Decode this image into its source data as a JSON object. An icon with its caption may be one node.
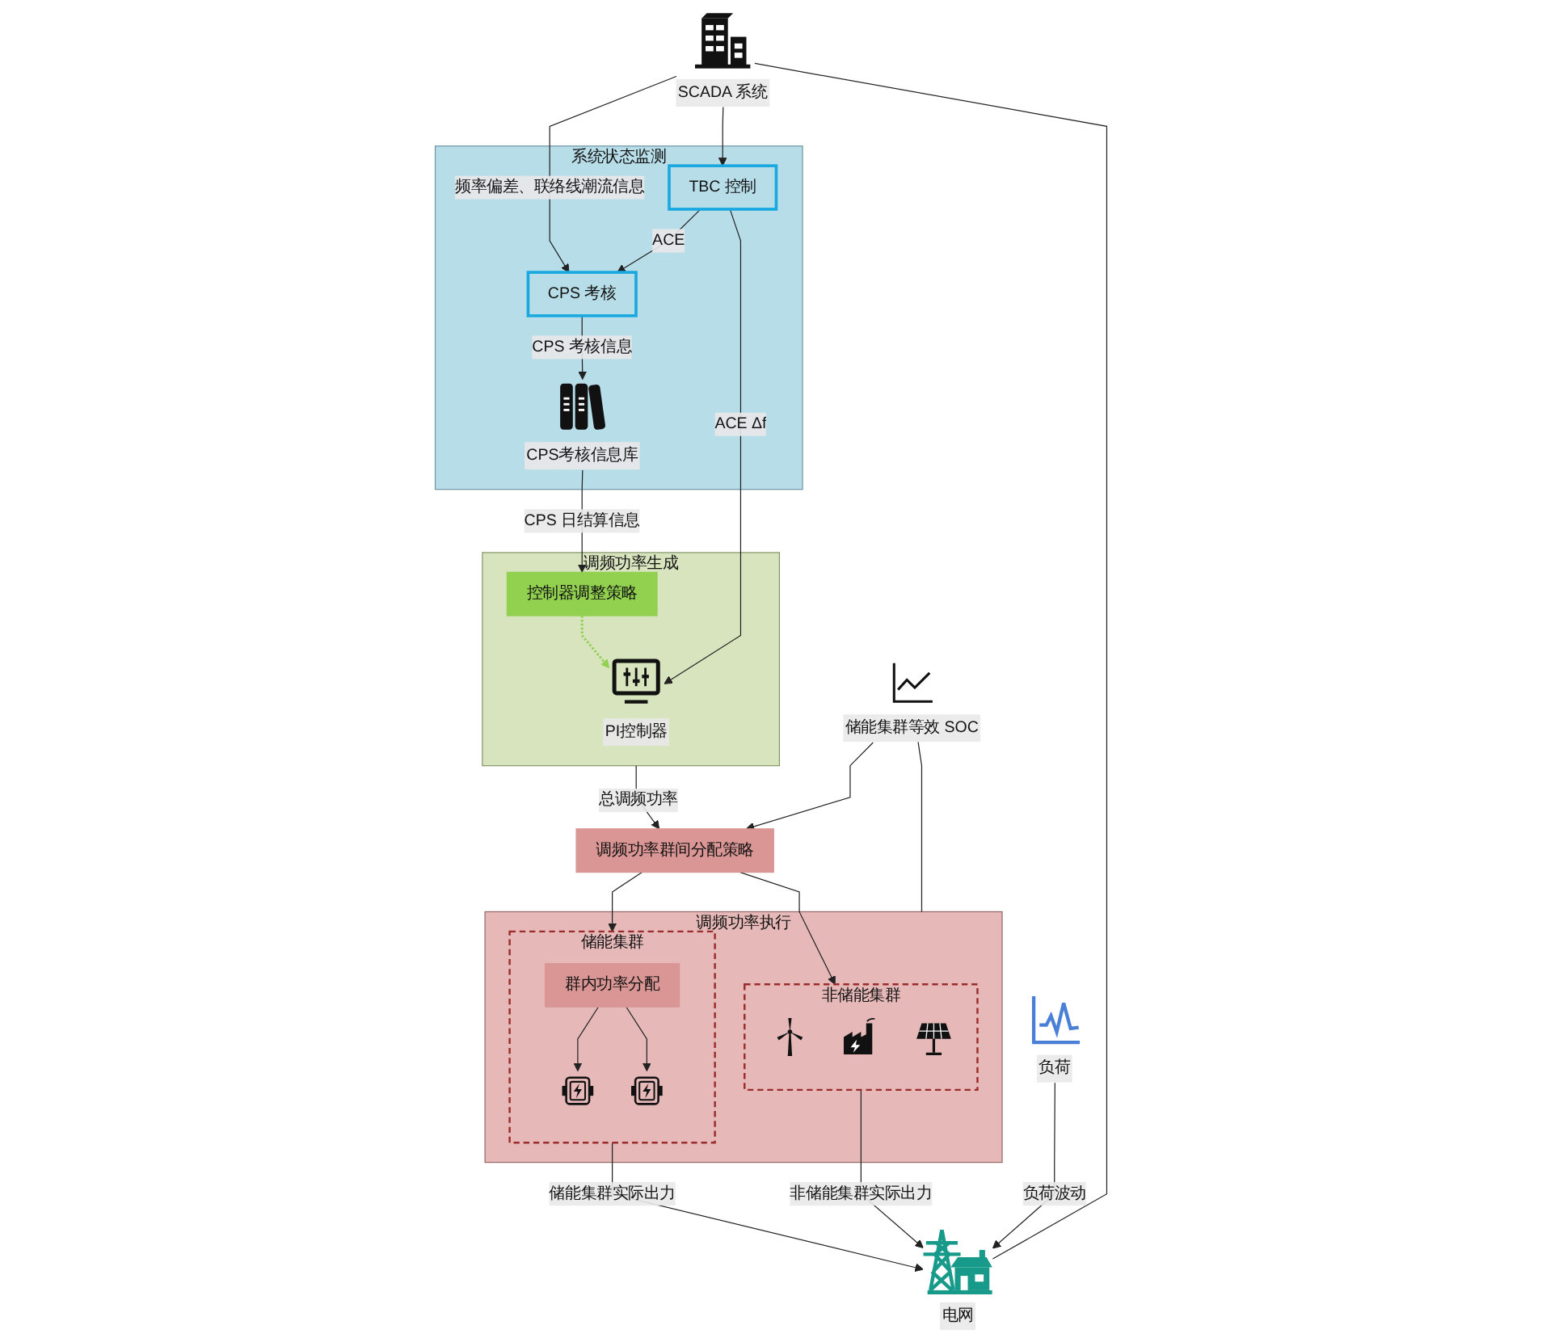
{
  "diagram": {
    "nodes": [
      {
        "text": [
          "系统状态监测"
        ]
      },
      {
        "text": [
          "CPS 考核"
        ],
        "in": 0
      },
      {
        "text": [
          "TBC 控制"
        ],
        "in": 0
      },
      {
        "text": [
          "CPS考核信息库"
        ],
        "in": 0
      },
      {
        "text": [
          "调频功率生成"
        ]
      },
      {
        "text": [
          "PI控制器"
        ],
        "in": 4
      },
      {
        "text": [
          "控制器调整策略"
        ],
        "in": 4
      },
      {
        "text": [
          "SCADA 系统"
        ]
      },
      {
        "text": [
          "调频功率群间分配策略"
        ]
      },
      {
        "text": [
          "储能集群等效 SOC"
        ]
      },
      {
        "text": [
          "调频功率执行"
        ]
      },
      {
        "text": [
          "储能集群"
        ],
        "in": 10
      },
      {
        "text": [
          "群内功率分配"
        ],
        "in": 11
      },
      {
        "text": [],
        "shape": "picture",
        "in": 11
      },
      {
        "text": [],
        "shape": "picture",
        "in": 11
      },
      {
        "text": [
          "非储能集群"
        ],
        "in": 10
      },
      {
        "text": [],
        "shape": "picture",
        "in": 15
      },
      {
        "text": [],
        "shape": "picture",
        "in": 15
      },
      {
        "text": [],
        "shape": "picture",
        "in": 15
      },
      {
        "text": [
          "电网"
        ]
      },
      {
        "text": [
          "负荷"
        ]
      }
    ],
    "edges": [
      {
        "from": 7,
        "to": 1,
        "arrow": "to",
        "label": "频率偏差、联络线潮流信息"
      },
      {
        "from": 7,
        "to": 2,
        "arrow": "to"
      },
      {
        "from": 2,
        "to": 1,
        "arrow": "to",
        "label": "ACE"
      },
      {
        "from": 1,
        "to": 3,
        "arrow": "to",
        "label": "CPS 考核信息"
      },
      {
        "from": 2,
        "to": 5,
        "arrow": "to",
        "label": "ACE Δf"
      },
      {
        "from": 3,
        "to": 6,
        "arrow": "to",
        "label": "CPS 日结算信息"
      },
      {
        "from": 6,
        "to": 5,
        "arrow": "to",
        "style": "dashed",
        "color": "#92d050"
      },
      {
        "from": 4,
        "to": 8,
        "arrow": "to",
        "label": "总调频功率"
      },
      {
        "from": 8,
        "to": 11,
        "arrow": "to"
      },
      {
        "from": 8,
        "to": 15,
        "arrow": "to"
      },
      {
        "from": 12,
        "to": 13,
        "arrow": "to"
      },
      {
        "from": 12,
        "to": 14,
        "arrow": "to"
      },
      {
        "from": 9,
        "to": 10,
        "arrow": "none"
      },
      {
        "from": 9,
        "to": 8,
        "arrow": "to"
      },
      {
        "from": 11,
        "to": 19,
        "arrow": "to",
        "label": "储能集群实际出力"
      },
      {
        "from": 15,
        "to": 19,
        "arrow": "to",
        "label": "非储能集群实际出力"
      },
      {
        "from": 20,
        "to": 19,
        "arrow": "to",
        "label": "负荷波动"
      },
      {
        "from": 7,
        "to": 19,
        "arrow": "none"
      }
    ]
  }
}
